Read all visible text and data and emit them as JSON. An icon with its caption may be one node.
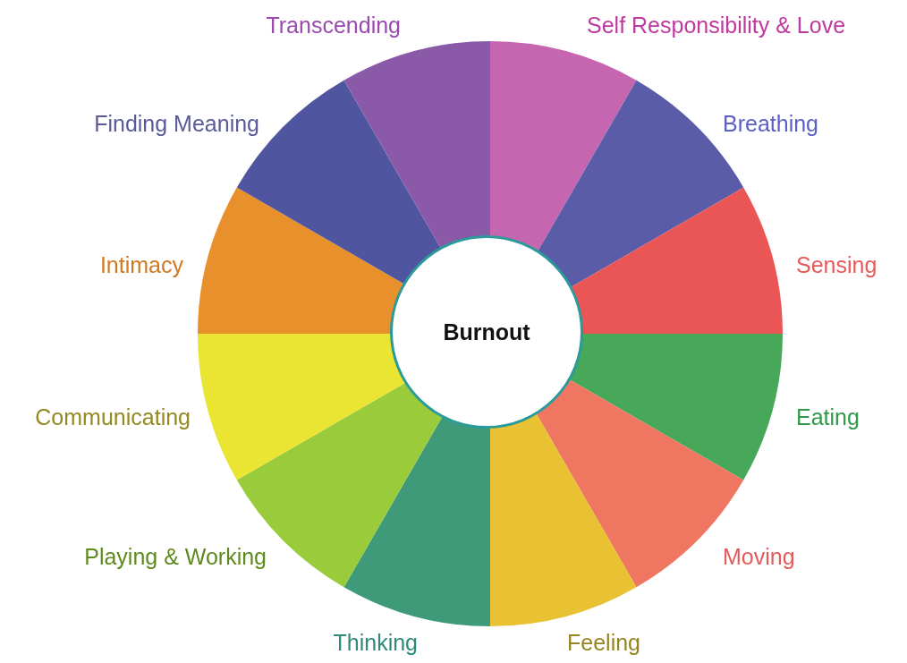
{
  "diagram": {
    "nodes": [
      {
        "text": [
          "Burnout"
        ]
      },
      {
        "text": [
          "Self Responsibility & Love"
        ]
      },
      {
        "text": [
          "Breathing"
        ]
      },
      {
        "text": [
          "Sensing"
        ]
      },
      {
        "text": [
          "Eating"
        ]
      },
      {
        "text": [
          "Moving"
        ]
      },
      {
        "text": [
          "Feeling"
        ]
      },
      {
        "text": [
          "Thinking"
        ]
      },
      {
        "text": [
          "Playing & Working"
        ]
      },
      {
        "text": [
          "Communicating"
        ]
      },
      {
        "text": [
          "Intimacy"
        ]
      },
      {
        "text": [
          "Finding Meaning"
        ]
      },
      {
        "text": [
          "Transcending"
        ]
      }
    ],
    "edges": []
  }
}
